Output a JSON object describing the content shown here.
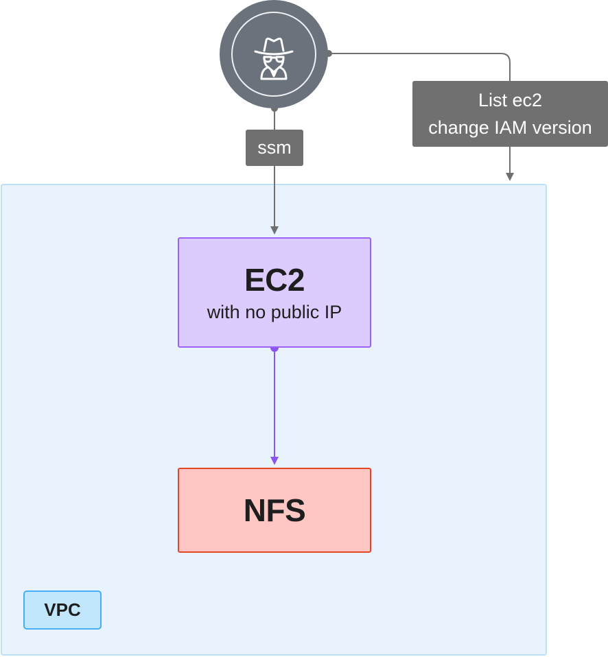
{
  "nodes": {
    "attacker": {
      "icon": "spy-icon"
    },
    "ec2": {
      "title": "EC2",
      "subtitle": "with no public IP"
    },
    "nfs": {
      "title": "NFS"
    },
    "vpc": {
      "label": "VPC"
    }
  },
  "edges": {
    "ssm": {
      "label": "ssm"
    },
    "list": {
      "line1": "List ec2",
      "line2": "change IAM version"
    }
  },
  "colors": {
    "vpc_fill": "#e8f3fd",
    "vpc_border": "#bde2f7",
    "vpc_label_fill": "#c2e6fb",
    "vpc_label_border": "#46aef4",
    "ec2_fill": "#dccbfd",
    "ec2_border": "#9a62f6",
    "nfs_fill": "#ffc7c4",
    "nfs_border": "#e24527",
    "tag_fill": "#707070",
    "attacker_fill": "#6c727c",
    "connector_gray": "#6f6f6f",
    "connector_purple": "#8a55f2"
  }
}
